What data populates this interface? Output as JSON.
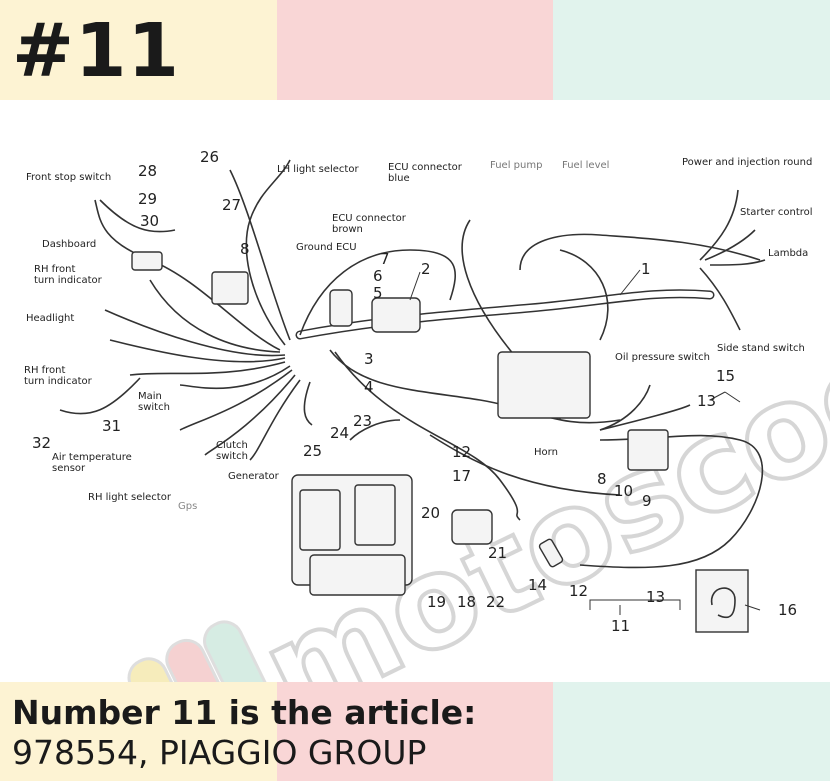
{
  "header": {
    "title": "#11"
  },
  "colors": {
    "band_yellow": "#fdf3d3",
    "band_pink": "#f9d6d6",
    "band_mint": "#e1f3ed",
    "text": "#1a1a1a",
    "watermark_stripes": [
      "#f5e9b0",
      "#f4c9c9",
      "#cfe9df"
    ]
  },
  "watermark": {
    "text": "motoscooter",
    "kind": "logo"
  },
  "diagram": {
    "part_numbers": [
      "1",
      "2",
      "3",
      "4",
      "5",
      "6",
      "7",
      "8",
      "8",
      "9",
      "10",
      "11",
      "12",
      "12",
      "13",
      "13",
      "14",
      "15",
      "16",
      "17",
      "18",
      "19",
      "20",
      "21",
      "22",
      "23",
      "24",
      "25",
      "26",
      "27",
      "28",
      "29",
      "30",
      "31",
      "32"
    ],
    "labels": {
      "front_stop_switch": "Front stop switch",
      "dashboard": "Dashboard",
      "rh_front_turn_indicator_top": "RH front\nturn indicator",
      "headlight": "Headlight",
      "rh_front_turn_indicator_bottom": "RH front\nturn indicator",
      "air_temperature_sensor": "Air temperature\nsensor",
      "rh_light_selector": "RH light selector",
      "gps": "Gps",
      "main_switch": "Main\nswitch",
      "clutch_switch": "Clutch\nswitch",
      "generator": "Generator",
      "lh_light_selector": "LH light selector",
      "ground_ecu": "Ground ECU",
      "ecu_connector_brown": "ECU connector\nbrown",
      "ecu_connector_blue": "ECU connector\nblue",
      "fuel_pump": "Fuel pump",
      "fuel_level": "Fuel level",
      "power_and_injection_round": "Power and injection round",
      "starter_control": "Starter control",
      "lambda": "Lambda",
      "side_stand_switch": "Side stand switch",
      "oil_pressure_switch": "Oil pressure switch",
      "horn": "Horn"
    }
  },
  "footer": {
    "line1": "Number 11 is the article:",
    "line2": "978554, PIAGGIO GROUP"
  }
}
